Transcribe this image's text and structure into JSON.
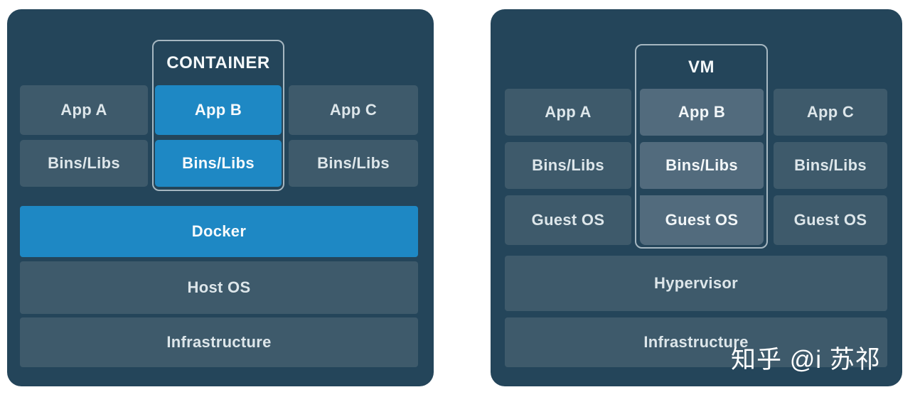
{
  "colors": {
    "page_bg": "#ffffff",
    "panel_bg": "#24455a",
    "box_slate": "#3e5a6b",
    "box_blue": "#1e88c4",
    "box_light_slate": "#526b7d",
    "outline_border": "#a6b7c1",
    "label_text": "#dde6ea",
    "bold_text": "#f4f8fa"
  },
  "docker_panel": {
    "outline_label": "CONTAINER",
    "columns": {
      "left": {
        "app": "App A",
        "bins": "Bins/Libs"
      },
      "center": {
        "app": "App B",
        "bins": "Bins/Libs"
      },
      "right": {
        "app": "App C",
        "bins": "Bins/Libs"
      }
    },
    "layers": [
      "Docker",
      "Host OS",
      "Infrastructure"
    ]
  },
  "vm_panel": {
    "outline_label": "VM",
    "columns": {
      "left": {
        "app": "App A",
        "bins": "Bins/Libs",
        "os": "Guest OS"
      },
      "center": {
        "app": "App B",
        "bins": "Bins/Libs",
        "os": "Guest OS"
      },
      "right": {
        "app": "App C",
        "bins": "Bins/Libs",
        "os": "Guest OS"
      }
    },
    "layers": [
      "Hypervisor",
      "Infrastructure"
    ]
  },
  "watermark": {
    "text": "知乎 @i 苏祁"
  }
}
